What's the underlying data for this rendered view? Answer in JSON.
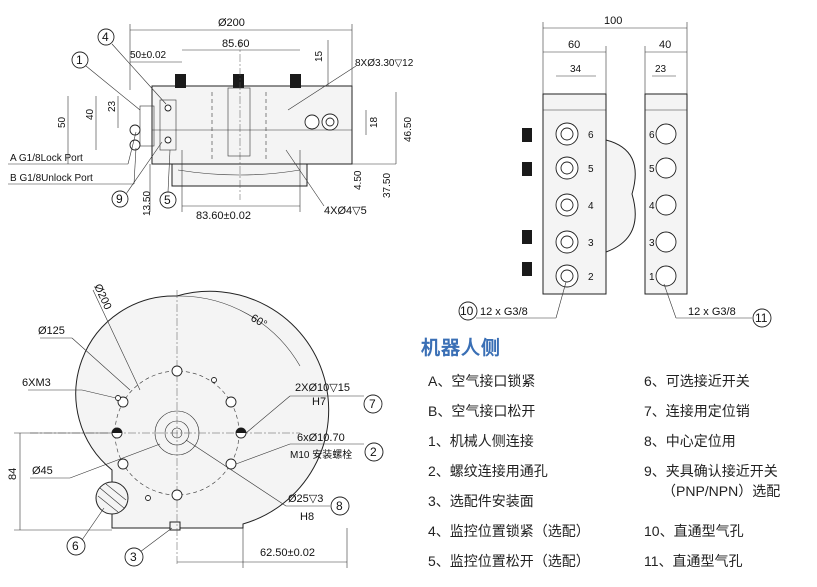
{
  "section_title": "机器人侧",
  "legend_left": [
    "A、空气接口锁紧",
    "B、空气接口松开",
    "1、机械人侧连接",
    "2、螺纹连接用通孔",
    "3、选配件安装面",
    "4、监控位置锁紧（选配）",
    "5、监控位置松开（选配）"
  ],
  "legend_right": [
    "6、可选接近开关",
    "7、连接用定位销",
    "8、中心定位用",
    "9、夹具确认接近开关",
    "10、直通型气孔",
    "11、直通型气孔"
  ],
  "legend_right_sub": "（PNP/NPN）选配",
  "side_view": {
    "dims": {
      "d200": "Ø200",
      "d50_tol": "50±0.02",
      "d85_60": "85.60",
      "d15": "15",
      "holes_8x": "8XØ3.30▽12",
      "d46_50": "46.50",
      "d18": "18",
      "d4_50": "4.50",
      "d37_50": "37.50",
      "d50": "50",
      "d40": "40",
      "d23": "23",
      "d13_50": "13.50",
      "d83_60": "83.60±0.02",
      "holes_4x": "4XØ4▽5"
    },
    "port_a": "A G1/8Lock Port",
    "port_b": "B G1/8Unlock Port",
    "bubbles": [
      "1",
      "4",
      "9",
      "5"
    ]
  },
  "top_right_view": {
    "dims": {
      "d100": "100",
      "d60": "60",
      "d40": "40",
      "d34": "34",
      "d23": "23"
    },
    "port_labels": [
      "6",
      "5",
      "4",
      "3",
      "2",
      "1"
    ],
    "left_note": "12 x G3/8",
    "right_note": "12 x G3/8",
    "bubbles": [
      "10",
      "11"
    ]
  },
  "plan_view": {
    "dims": {
      "d200": "Ø200",
      "d125": "Ø125",
      "d60deg": "60°",
      "m3": "6XM3",
      "pin": "2XØ10▽15",
      "pin_fit": "H7",
      "through": "6xØ10.70",
      "through_note": "M10 安装螺栓",
      "d45": "Ø45",
      "d84": "84",
      "center": "Ø25▽3",
      "center_fit": "H8",
      "d62_50": "62.50±0.02"
    },
    "bubbles": [
      "7",
      "2",
      "8",
      "6",
      "3"
    ]
  }
}
